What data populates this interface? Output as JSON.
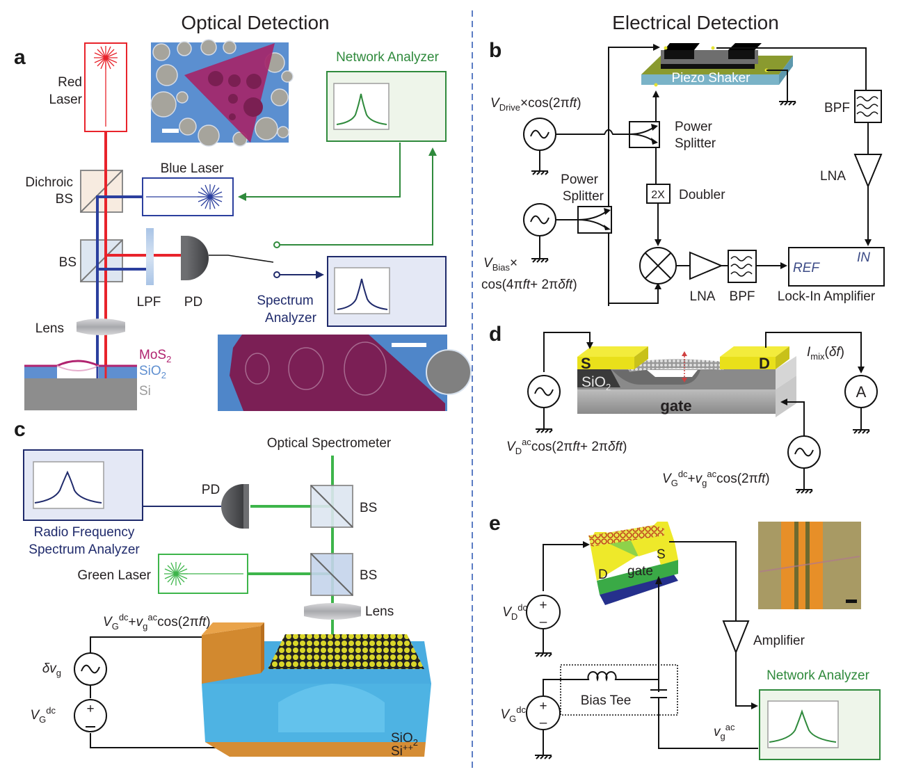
{
  "figure": {
    "titles": {
      "optical": "Optical Detection",
      "electrical": "Electrical Detection"
    },
    "panels": [
      "a",
      "b",
      "c",
      "d",
      "e"
    ],
    "colors": {
      "red_laser": "#e8232b",
      "blue_laser": "#2b3f9e",
      "green_laser": "#3db54a",
      "network_green": "#2f8a3c",
      "spectrum_navy": "#1f2a6b",
      "divider": "#5b7cc4",
      "mos2": "#b0236f",
      "sio2": "#5f8fd0",
      "si": "#8d8d8d"
    }
  },
  "panel_a": {
    "red_laser": [
      "Red",
      "Laser"
    ],
    "blue_laser": "Blue Laser",
    "dichroic_bs": [
      "Dichroic",
      "BS"
    ],
    "bs": "BS",
    "lpf": "LPF",
    "pd": "PD",
    "lens": "Lens",
    "network_analyzer": "Network Analyzer",
    "spectrum_analyzer": [
      "Spectrum",
      "Analyzer"
    ],
    "mos2": "MoS",
    "mos2_sub": "2",
    "sio2": "SiO",
    "sio2_sub": "2",
    "si": "Si"
  },
  "panel_b": {
    "piezo": "Piezo Shaker",
    "vdrive_v": "V",
    "vdrive_sub": "Drive",
    "vdrive_rest": "×cos(2π",
    "vdrive_ft": "ft",
    "vdrive_close": ")",
    "power_splitter_1": [
      "Power",
      "Splitter"
    ],
    "power_splitter_2": [
      "Power",
      "Splitter"
    ],
    "doubler_box": "2X",
    "doubler": "Doubler",
    "bpf": "BPF",
    "lna": "LNA",
    "vbias_v": "V",
    "vbias_sub": "Bias",
    "vbias_x": "×",
    "vbias_line2": "cos(4π",
    "vbias_ft": "ft",
    "vbias_plus": "+ 2π",
    "vbias_dft": "δft",
    "vbias_close": ")",
    "lna2": "LNA",
    "bpf2": "BPF",
    "ref": "REF",
    "in": "IN",
    "lockin": "Lock-In Amplifier"
  },
  "panel_c": {
    "optical_spectrometer": "Optical Spectrometer",
    "pd": "PD",
    "bs1": "BS",
    "bs2": "BS",
    "rf_analyzer": [
      "Radio Frequency",
      "Spectrum Analyzer"
    ],
    "green_laser": "Green Laser",
    "lens": "Lens",
    "gate_formula": {
      "v": "V",
      "G": "G",
      "dc": "dc",
      "plus": "+",
      "vg": "v",
      "g": "g",
      "ac": "ac",
      "cos": "cos(2π",
      "ft": "ft",
      "close": ")"
    },
    "delta_vg": {
      "d": "δv",
      "g": "g"
    },
    "vg_dc": {
      "v": "V",
      "G": "G",
      "dc": "dc"
    },
    "sio2": "SiO",
    "sio2_sub": "2",
    "si": "Si",
    "si_sup": "++"
  },
  "panel_d": {
    "s": "S",
    "d": "D",
    "sio2": "SiO",
    "sio2_sub": "2",
    "gate": "gate",
    "imix": {
      "i": "I",
      "sub": "mix",
      "rest": "(",
      "df": "δf",
      "close": ")"
    },
    "ammeter": "A",
    "vd_formula": {
      "v": "V",
      "D": "D",
      "ac": "ac",
      "cos": "cos(2π",
      "ft": "ft",
      "plus": "+ 2π",
      "dft": "δft",
      "close": ")"
    },
    "vg_formula": {
      "v": "V",
      "G": "G",
      "dc": "dc",
      "plus": "+",
      "vg": "v",
      "g": "g",
      "ac": "ac",
      "cos": "cos(2π",
      "ft": "ft",
      "close": ")"
    }
  },
  "panel_e": {
    "d": "D",
    "gate": "gate",
    "s": "S",
    "vd_dc": {
      "v": "V",
      "D": "D",
      "dc": "dc"
    },
    "vg_dc": {
      "v": "V",
      "G": "G",
      "dc": "dc"
    },
    "amplifier": "Amplifier",
    "bias_tee": "Bias Tee",
    "network_analyzer": "Network Analyzer",
    "vg_ac": {
      "v": "v",
      "g": "g",
      "ac": "ac"
    },
    "plus": "+",
    "minus": "–"
  }
}
